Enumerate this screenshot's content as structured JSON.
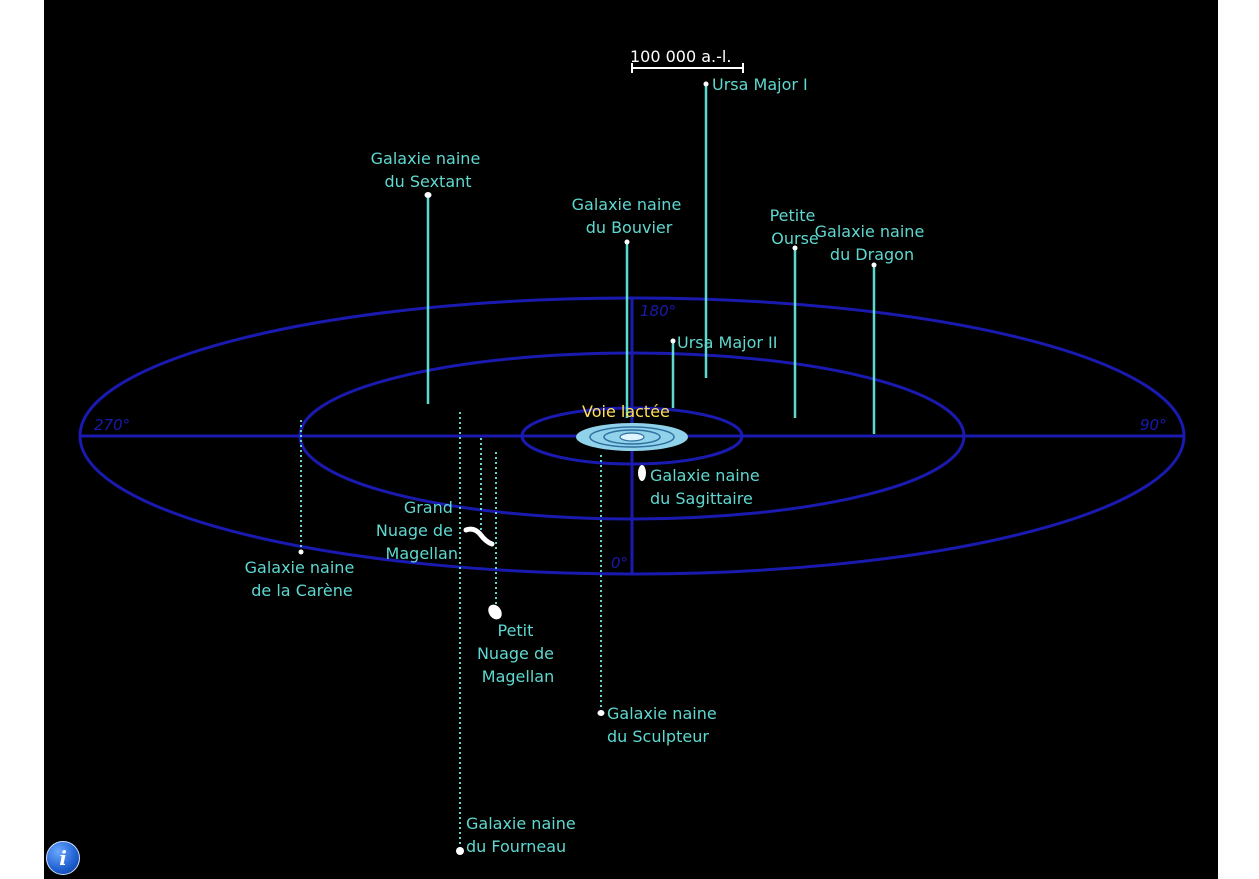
{
  "scale_label": "100 000 a.-l.",
  "milky_way": "Voie lactée",
  "degrees": {
    "d180": "180°",
    "d270": "270°",
    "d90": "90°",
    "d0": "0°"
  },
  "galaxies": {
    "ursa_major_1": [
      "Ursa Major I"
    ],
    "sextans": [
      "Galaxie naine",
      "du Sextant"
    ],
    "bootes": [
      "Galaxie naine",
      "du Bouvier"
    ],
    "ursa_minor": [
      "Petite",
      "Ourse"
    ],
    "draco": [
      "Galaxie naine",
      "du Dragon"
    ],
    "ursa_major_2": [
      "Ursa Major II"
    ],
    "sagittarius": [
      "Galaxie naine",
      "du Sagittaire"
    ],
    "lmc": [
      "Grand",
      "Nuage de",
      "Magellan"
    ],
    "carina": [
      "Galaxie naine",
      "de la Carène"
    ],
    "smc": [
      "Petit",
      "Nuage de",
      "Magellan"
    ],
    "sculptor": [
      "Galaxie naine",
      "du Sculpteur"
    ],
    "fornax": [
      "Galaxie naine",
      "du Fourneau"
    ]
  },
  "info_icon": "i",
  "colors": {
    "background": "#000000",
    "ring": "#1a1ab0",
    "stem": "#5fd8d0",
    "label": "#5fd8d0",
    "milky_way_label": "#ffe05a"
  }
}
